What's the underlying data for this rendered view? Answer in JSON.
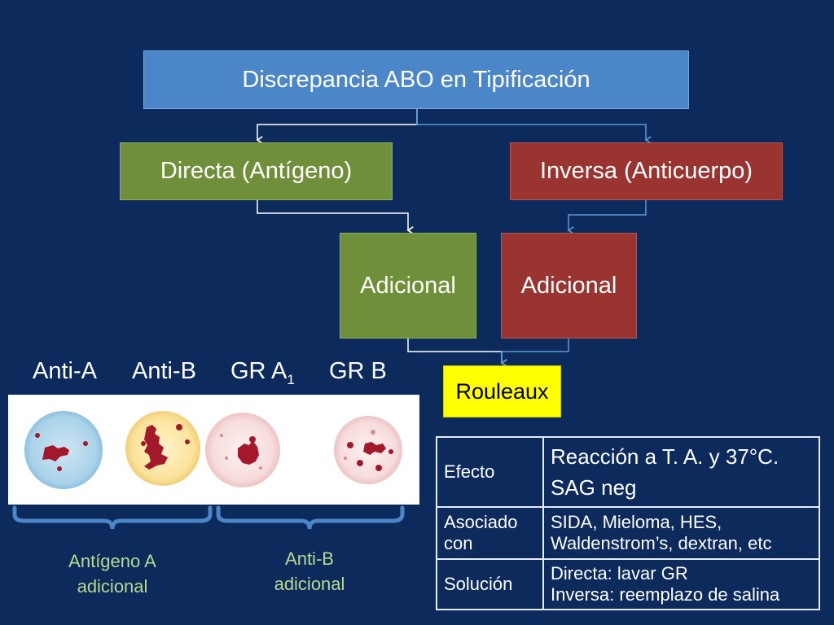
{
  "diagram": {
    "title": "Discrepancia ABO en Tipificación",
    "directa": "Directa (Antígeno)",
    "inversa": "Inversa (Anticuerpo)",
    "adicional_left": "Adicional",
    "adicional_right": "Adicional",
    "rouleaux": "Rouleaux"
  },
  "colors": {
    "background": "#0c2b5c",
    "title_box": "#4a86c8",
    "green_box": "#6f8f3b",
    "red_box": "#9a3431",
    "rouleaux_box": "#ffff00"
  },
  "images": {
    "labels": [
      {
        "main": "Anti-A",
        "sub": ""
      },
      {
        "main": "Anti-B",
        "sub": ""
      },
      {
        "main": "GR A",
        "sub": "1"
      },
      {
        "main": "GR B",
        "sub": ""
      }
    ],
    "groups": [
      {
        "line1": "Antígeno A",
        "line2": "adicional"
      },
      {
        "line1": "Anti-B",
        "line2": "adicional"
      }
    ]
  },
  "table": {
    "rows": [
      {
        "key": "Efecto",
        "value_line1": "Reacción a T. A. y 37°C.",
        "value_line2": "SAG neg"
      },
      {
        "key_line1": "Asociado",
        "key_line2": "con",
        "value_line1": "SIDA, Mieloma, HES,",
        "value_line2": "Waldenstrom’s, dextran, etc"
      },
      {
        "key": "Solución",
        "value_line1": "Directa: lavar GR",
        "value_line2": "Inversa: reemplazo de salina"
      }
    ]
  }
}
